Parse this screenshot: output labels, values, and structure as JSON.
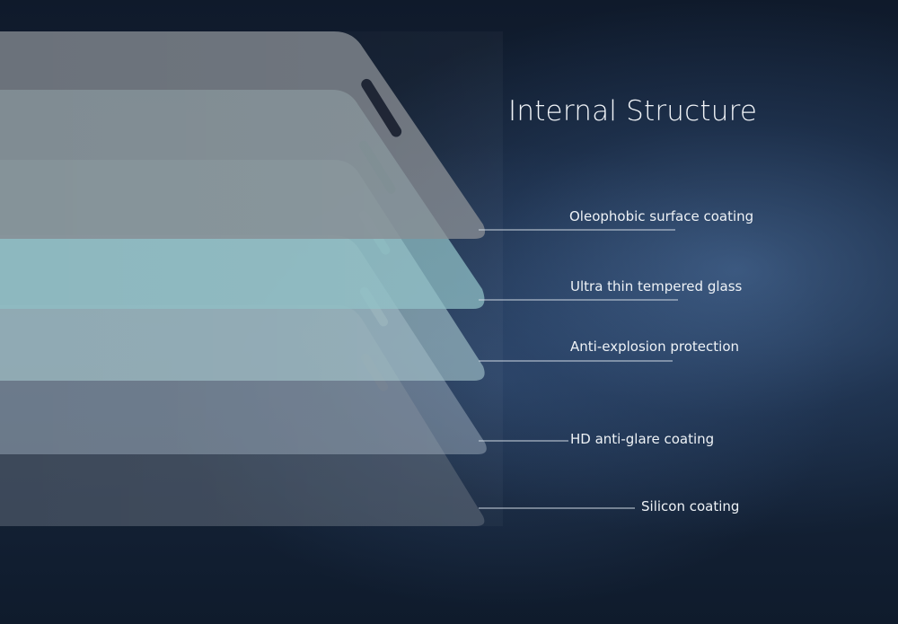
{
  "diagram": {
    "title": "Internal Structure",
    "layers": [
      {
        "label": "Oleophobic surface coating",
        "color": "#858a91"
      },
      {
        "label": "Ultra thin tempered glass",
        "color": "#8fc0c6"
      },
      {
        "label": "Anti-explosion protection",
        "color": "#a8c9cf"
      },
      {
        "label": "HD anti-glare coating",
        "color": "#9aaab9"
      },
      {
        "label": "Silicon coating",
        "color": "#5f6a78"
      }
    ]
  }
}
